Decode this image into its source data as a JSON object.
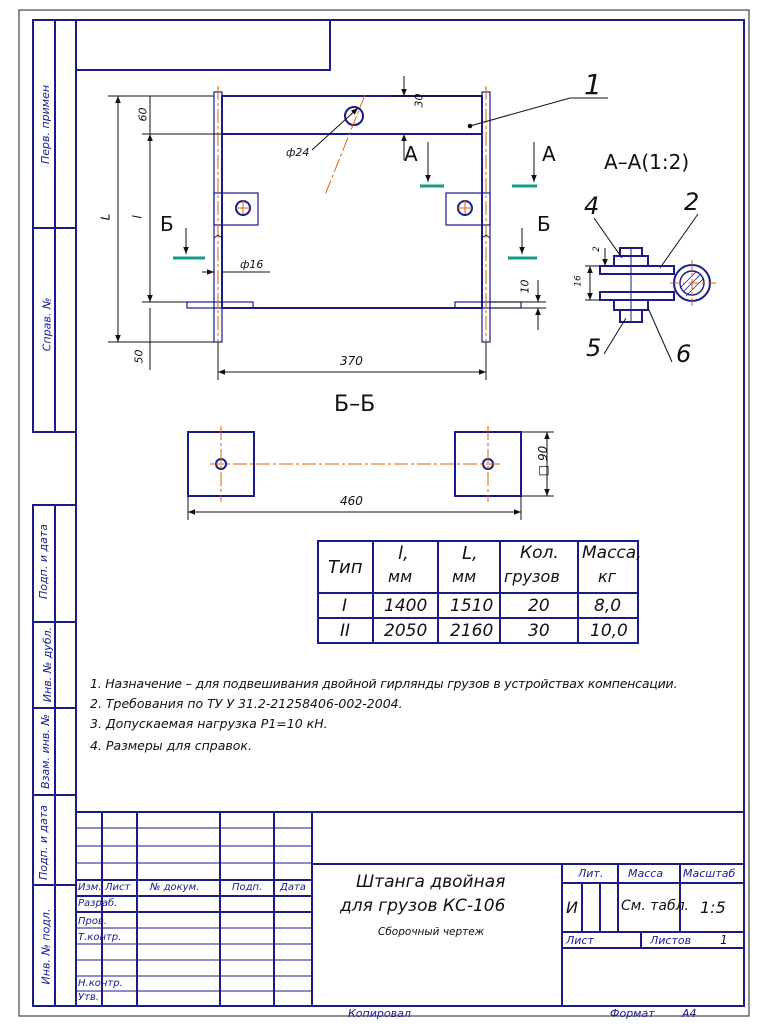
{
  "side_stamps": {
    "perv_primen": "Перв. примен",
    "sprav_no": "Справ. №",
    "podp_data_1": "Подп. и дата",
    "inv_dubl": "Инв. № дубл.",
    "vzam_inv": "Взам. инв. №",
    "podp_data_2": "Подп. и дата",
    "inv_podl": "Инв. № подл."
  },
  "drawing": {
    "position_labels": [
      "1",
      "2",
      "4",
      "5",
      "6"
    ],
    "section_aa_title": "А–А(1:2)",
    "section_bb_title": "Б–Б",
    "cut_letter_a": "А",
    "cut_letter_b": "Б",
    "dims": {
      "d24": "ф24",
      "d30": "30",
      "d60": "60",
      "L_big": "L",
      "l_small": "l",
      "d16": "ф16",
      "d10": "10",
      "d50": "50",
      "d370": "370",
      "d2": "2",
      "d16b": "16",
      "d460": "460",
      "sq90": "□ 90"
    }
  },
  "spec_table": {
    "headers": [
      {
        "l1": "Тип",
        "l2": ""
      },
      {
        "l1": "l,",
        "l2": "мм"
      },
      {
        "l1": "L,",
        "l2": "мм"
      },
      {
        "l1": "Кол.",
        "l2": "грузов"
      },
      {
        "l1": "Масса,",
        "l2": "кг"
      }
    ],
    "rows": [
      [
        "I",
        "1400",
        "1510",
        "20",
        "8,0"
      ],
      [
        "II",
        "2050",
        "2160",
        "30",
        "10,0"
      ]
    ]
  },
  "notes": [
    "1. Назначение – для подвешивания двойной гирлянды грузов в устройствах компенсации.",
    "2. Требования по ТУ У 31.2-21258406-002-2004.",
    "3. Допускаемая нагрузка Р1=10 кН.",
    "4. Размеры для справок."
  ],
  "title_block": {
    "col_izm": "Изм.",
    "col_list": "Лист",
    "col_doc": "№ докум.",
    "col_podp": "Подп.",
    "col_data": "Дата",
    "razrab": "Разраб.",
    "prov": "Пров.",
    "tkontr": "Т.контр.",
    "nkontr": "Н.контр.",
    "utv": "Утв.",
    "name_line1": "Штанга двойная",
    "name_line2": "для грузов КС-106",
    "doc_type": "Сборочный чертеж",
    "lit_label": "Лит.",
    "massa_label": "Масса",
    "masshtab_label": "Масштаб",
    "lit_value": "И",
    "massa_value": "См. табл.",
    "masshtab_value": "1:5",
    "list_label": "Лист",
    "listov_label": "Листов",
    "listov_value": "1"
  },
  "footer": {
    "kopiroval": "Копировал",
    "format_label": "Формат",
    "format_value": "А4"
  }
}
